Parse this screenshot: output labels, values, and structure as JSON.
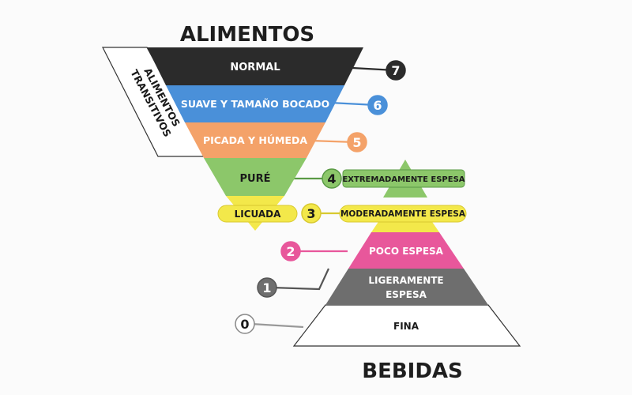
{
  "titles": {
    "foods": "ALIMENTOS",
    "drinks": "BEBIDAS",
    "transitional": [
      "ALIMENTOS",
      "TRANSITIVOS"
    ]
  },
  "foods": [
    {
      "level": "7",
      "label": "NORMAL",
      "color": "#2b2b2b",
      "text_color": "#ffffff"
    },
    {
      "level": "6",
      "label": "SUAVE Y TAMAÑO BOCADO",
      "color": "#4a90d9",
      "text_color": "#ffffff"
    },
    {
      "level": "5",
      "label": "PICADA Y HÚMEDA",
      "color": "#f4a269",
      "text_color": "#ffffff"
    },
    {
      "level": "4",
      "label": "PURÉ",
      "color": "#8cc76a",
      "text_color": "#1a1a1a"
    },
    {
      "level": "3",
      "label": "LICUADA",
      "color": "#f3e84a",
      "text_color": "#1a1a1a"
    }
  ],
  "drinks": [
    {
      "level": "4",
      "label": "EXTREMADAMENTE ESPESA",
      "color": "#8cc76a",
      "text_color": "#1a1a1a"
    },
    {
      "level": "3",
      "label": "MODERADAMENTE ESPESA",
      "color": "#f3e84a",
      "text_color": "#1a1a1a"
    },
    {
      "level": "2",
      "label": "POCO ESPESA",
      "color": "#e8579b",
      "text_color": "#ffffff"
    },
    {
      "level": "1",
      "label": [
        "LIGERAMENTE",
        "ESPESA"
      ],
      "color": "#6e6e6e",
      "text_color": "#ffffff"
    },
    {
      "level": "0",
      "label": "FINA",
      "color": "#ffffff",
      "text_color": "#1a1a1a"
    }
  ],
  "level_markers": [
    {
      "level": "7",
      "color": "#2b2b2b",
      "text_color": "#ffffff"
    },
    {
      "level": "6",
      "color": "#4a90d9",
      "text_color": "#ffffff"
    },
    {
      "level": "5",
      "color": "#f4a269",
      "text_color": "#ffffff"
    },
    {
      "level": "4",
      "color": "#8cc76a",
      "text_color": "#1a1a1a"
    },
    {
      "level": "3",
      "color": "#f3e84a",
      "text_color": "#1a1a1a"
    },
    {
      "level": "2",
      "color": "#e8579b",
      "text_color": "#ffffff"
    },
    {
      "level": "1",
      "color": "#6e6e6e",
      "text_color": "#ffffff"
    },
    {
      "level": "0",
      "color": "#ffffff",
      "text_color": "#1a1a1a"
    }
  ]
}
